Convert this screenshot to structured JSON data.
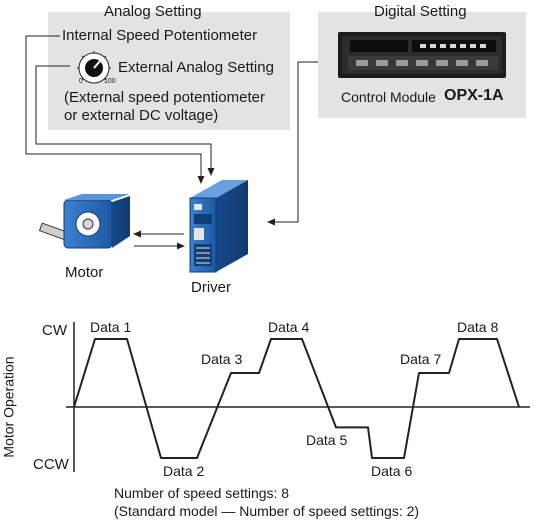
{
  "analog_panel": {
    "title": "Analog Setting",
    "internal_label": "Internal Speed Potentiometer",
    "external_label": "External Analog Setting",
    "note_line1": "(External speed potentiometer",
    "note_line2": "or external DC voltage)",
    "dial_min": "0",
    "dial_max": "100"
  },
  "digital_panel": {
    "title": "Digital Setting",
    "module_label": "Control Module",
    "module_model": "OPX-1A"
  },
  "devices": {
    "motor_label": "Motor",
    "driver_label": "Driver"
  },
  "colors": {
    "panel_bg": "#e3e3e3",
    "line": "#222222",
    "device_blue": "#1f5ea8"
  },
  "chart_data": {
    "type": "line",
    "ylabel": "Motor Operation",
    "y_top_label": "CW",
    "y_bottom_label": "CCW",
    "series": [
      {
        "points": [
          {
            "label": "Data 1",
            "value": 2
          },
          {
            "label": "Data 2",
            "value": -1.5
          },
          {
            "label": "Data 3",
            "value": 1
          },
          {
            "label": "Data 4",
            "value": 2
          },
          {
            "label": "Data 5",
            "value": -0.6
          },
          {
            "label": "Data 6",
            "value": -1.5
          },
          {
            "label": "Data 7",
            "value": 1
          },
          {
            "label": "Data 8",
            "value": 2
          }
        ]
      }
    ],
    "caption_line1": "Number of speed settings: 8",
    "caption_line2": "(Standard model — Number of speed settings: 2)"
  }
}
